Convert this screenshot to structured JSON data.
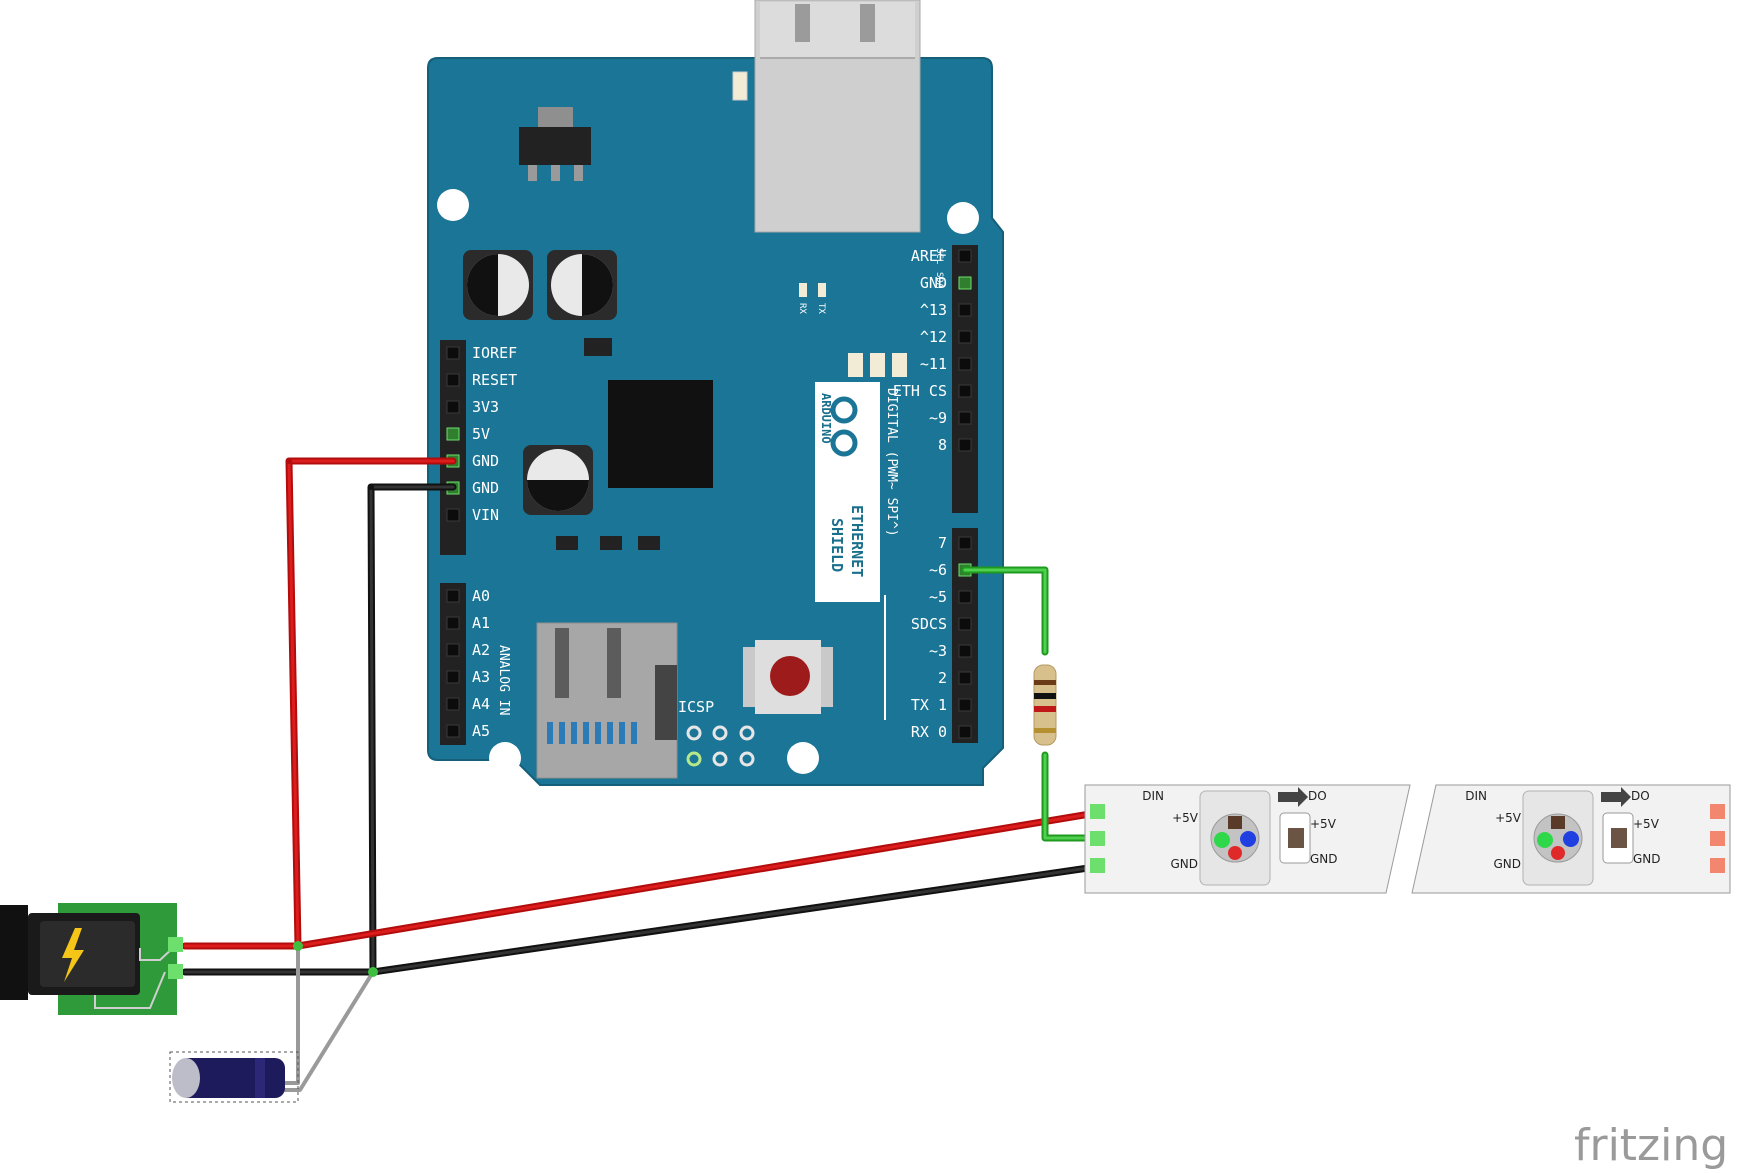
{
  "board": {
    "left_pins": [
      "IOREF",
      "RESET",
      "3V3",
      "5V",
      "GND",
      "GND",
      "VIN"
    ],
    "analog_pins": [
      "A0",
      "A1",
      "A2",
      "A3",
      "A4",
      "A5"
    ],
    "analog_label": "ANALOG IN",
    "digital_top_pins": [
      "AREF",
      "GND",
      "^13",
      "^12",
      "~11",
      "ETH CS",
      "~9",
      "8"
    ],
    "digital_bottom_pins": [
      "7",
      "~6",
      "~5",
      "SDCS",
      "~3",
      "2",
      "TX 1",
      "RX 0"
    ],
    "scl_label": "SCL",
    "sda_label": "SDA",
    "rx_label": "RX",
    "tx_label": "TX",
    "digital_label": "DIGITAL (PWM~ SPI^)",
    "brand": "ARDUINO",
    "product_line1": "ETHERNET",
    "product_line2": "SHIELD",
    "icsp_label": "ICSP"
  },
  "strip": {
    "segments": [
      {
        "din": "DIN",
        "do": "DO",
        "v5_left": "+5V",
        "v5_right": "+5V",
        "gnd_left": "GND",
        "gnd_right": "GND"
      },
      {
        "din": "DIN",
        "do": "DO",
        "v5_left": "+5V",
        "v5_right": "+5V",
        "gnd_left": "GND",
        "gnd_right": "GND"
      }
    ]
  },
  "watermark": "fritzing",
  "colors": {
    "board": "#1a7596",
    "wire_red": "#cc1111",
    "wire_black": "#222222",
    "wire_green": "#3fbf3f",
    "wire_gray": "#9a9a9a"
  }
}
